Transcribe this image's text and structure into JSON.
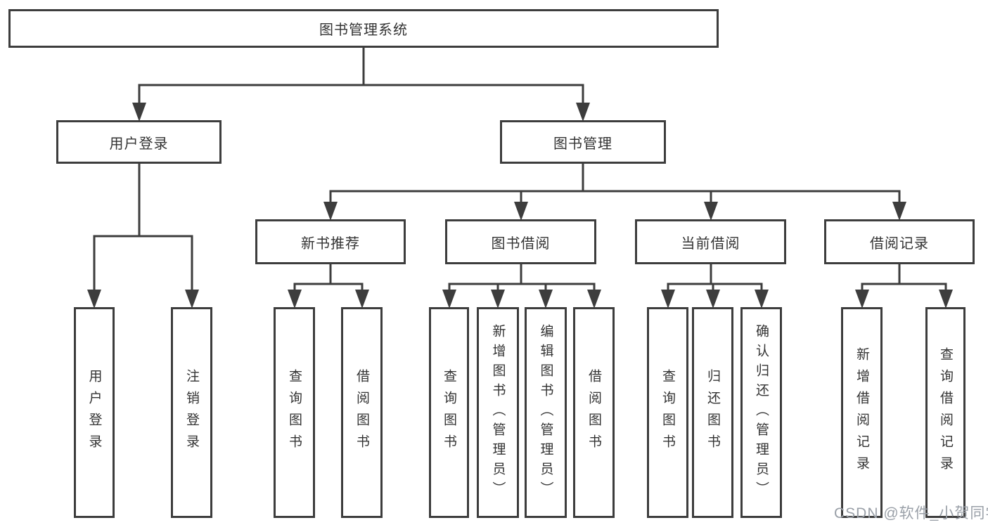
{
  "diagram": {
    "nodes": {
      "root": {
        "label": "图书管理系统"
      },
      "user_login": {
        "label": "用户登录"
      },
      "book_mgmt": {
        "label": "图书管理"
      },
      "new_book_rec": {
        "label": "新书推荐"
      },
      "book_borrow": {
        "label": "图书借阅"
      },
      "current_borrow": {
        "label": "当前借阅"
      },
      "borrow_record": {
        "label": "借阅记录"
      },
      "leaf_user_login": {
        "label": "用户登录"
      },
      "leaf_logout": {
        "label": "注销登录"
      },
      "leaf_query_book_1": {
        "label": "查询图书"
      },
      "leaf_borrow_book_1": {
        "label": "借阅图书"
      },
      "leaf_query_book_2": {
        "label": "查询图书"
      },
      "leaf_add_book": {
        "label": "新增图书（管理员）"
      },
      "leaf_edit_book": {
        "label": "编辑图书（管理员）"
      },
      "leaf_borrow_book_2": {
        "label": "借阅图书"
      },
      "leaf_query_book_3": {
        "label": "查询图书"
      },
      "leaf_return_book": {
        "label": "归还图书"
      },
      "leaf_confirm_return": {
        "label": "确认归还（管理员）"
      },
      "leaf_add_record": {
        "label": "新增借阅记录"
      },
      "leaf_query_record": {
        "label": "查询借阅记录"
      }
    },
    "structure": {
      "root": [
        "user_login",
        "book_mgmt"
      ],
      "user_login": [
        "leaf_user_login",
        "leaf_logout"
      ],
      "book_mgmt": [
        "new_book_rec",
        "book_borrow",
        "current_borrow",
        "borrow_record"
      ],
      "new_book_rec": [
        "leaf_query_book_1",
        "leaf_borrow_book_1"
      ],
      "book_borrow": [
        "leaf_query_book_2",
        "leaf_add_book",
        "leaf_edit_book",
        "leaf_borrow_book_2"
      ],
      "current_borrow": [
        "leaf_query_book_3",
        "leaf_return_book",
        "leaf_confirm_return"
      ],
      "borrow_record": [
        "leaf_add_record",
        "leaf_query_record"
      ]
    }
  },
  "watermark": {
    "text": "CSDN @软件_小贺同学"
  },
  "colors": {
    "line": "#3d3d3d",
    "box_border": "#3d3d3d",
    "box_fill": "#ffffff",
    "text": "#333333",
    "watermark": "#9aa0a8",
    "background": "#ffffff"
  }
}
